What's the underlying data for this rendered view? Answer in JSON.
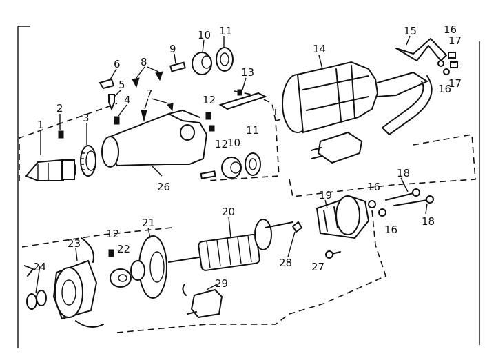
{
  "callouts": [
    {
      "id": "c1",
      "text": "1"
    },
    {
      "id": "c2",
      "text": "2"
    },
    {
      "id": "c3",
      "text": "3"
    },
    {
      "id": "c4",
      "text": "4"
    },
    {
      "id": "c5",
      "text": "5"
    },
    {
      "id": "c6",
      "text": "6"
    },
    {
      "id": "c7",
      "text": "7"
    },
    {
      "id": "c8",
      "text": "8"
    },
    {
      "id": "c9",
      "text": "9"
    },
    {
      "id": "c10a",
      "text": "10"
    },
    {
      "id": "c10b",
      "text": "10"
    },
    {
      "id": "c11a",
      "text": "11"
    },
    {
      "id": "c11b",
      "text": "11"
    },
    {
      "id": "c12a",
      "text": "12"
    },
    {
      "id": "c12b",
      "text": "12"
    },
    {
      "id": "c12c",
      "text": "12"
    },
    {
      "id": "c13",
      "text": "13"
    },
    {
      "id": "c14",
      "text": "14"
    },
    {
      "id": "c15",
      "text": "15"
    },
    {
      "id": "c16a",
      "text": "16"
    },
    {
      "id": "c16b",
      "text": "16"
    },
    {
      "id": "c16c",
      "text": "16"
    },
    {
      "id": "c16d",
      "text": "16"
    },
    {
      "id": "c17a",
      "text": "17"
    },
    {
      "id": "c17b",
      "text": "17"
    },
    {
      "id": "c18a",
      "text": "18"
    },
    {
      "id": "c18b",
      "text": "18"
    },
    {
      "id": "c19",
      "text": "19"
    },
    {
      "id": "c20",
      "text": "20"
    },
    {
      "id": "c21",
      "text": "21"
    },
    {
      "id": "c22",
      "text": "22"
    },
    {
      "id": "c23",
      "text": "23"
    },
    {
      "id": "c24",
      "text": "24"
    },
    {
      "id": "c26",
      "text": "26"
    },
    {
      "id": "c27",
      "text": "27"
    },
    {
      "id": "c28",
      "text": "28"
    },
    {
      "id": "c29",
      "text": "29"
    }
  ]
}
